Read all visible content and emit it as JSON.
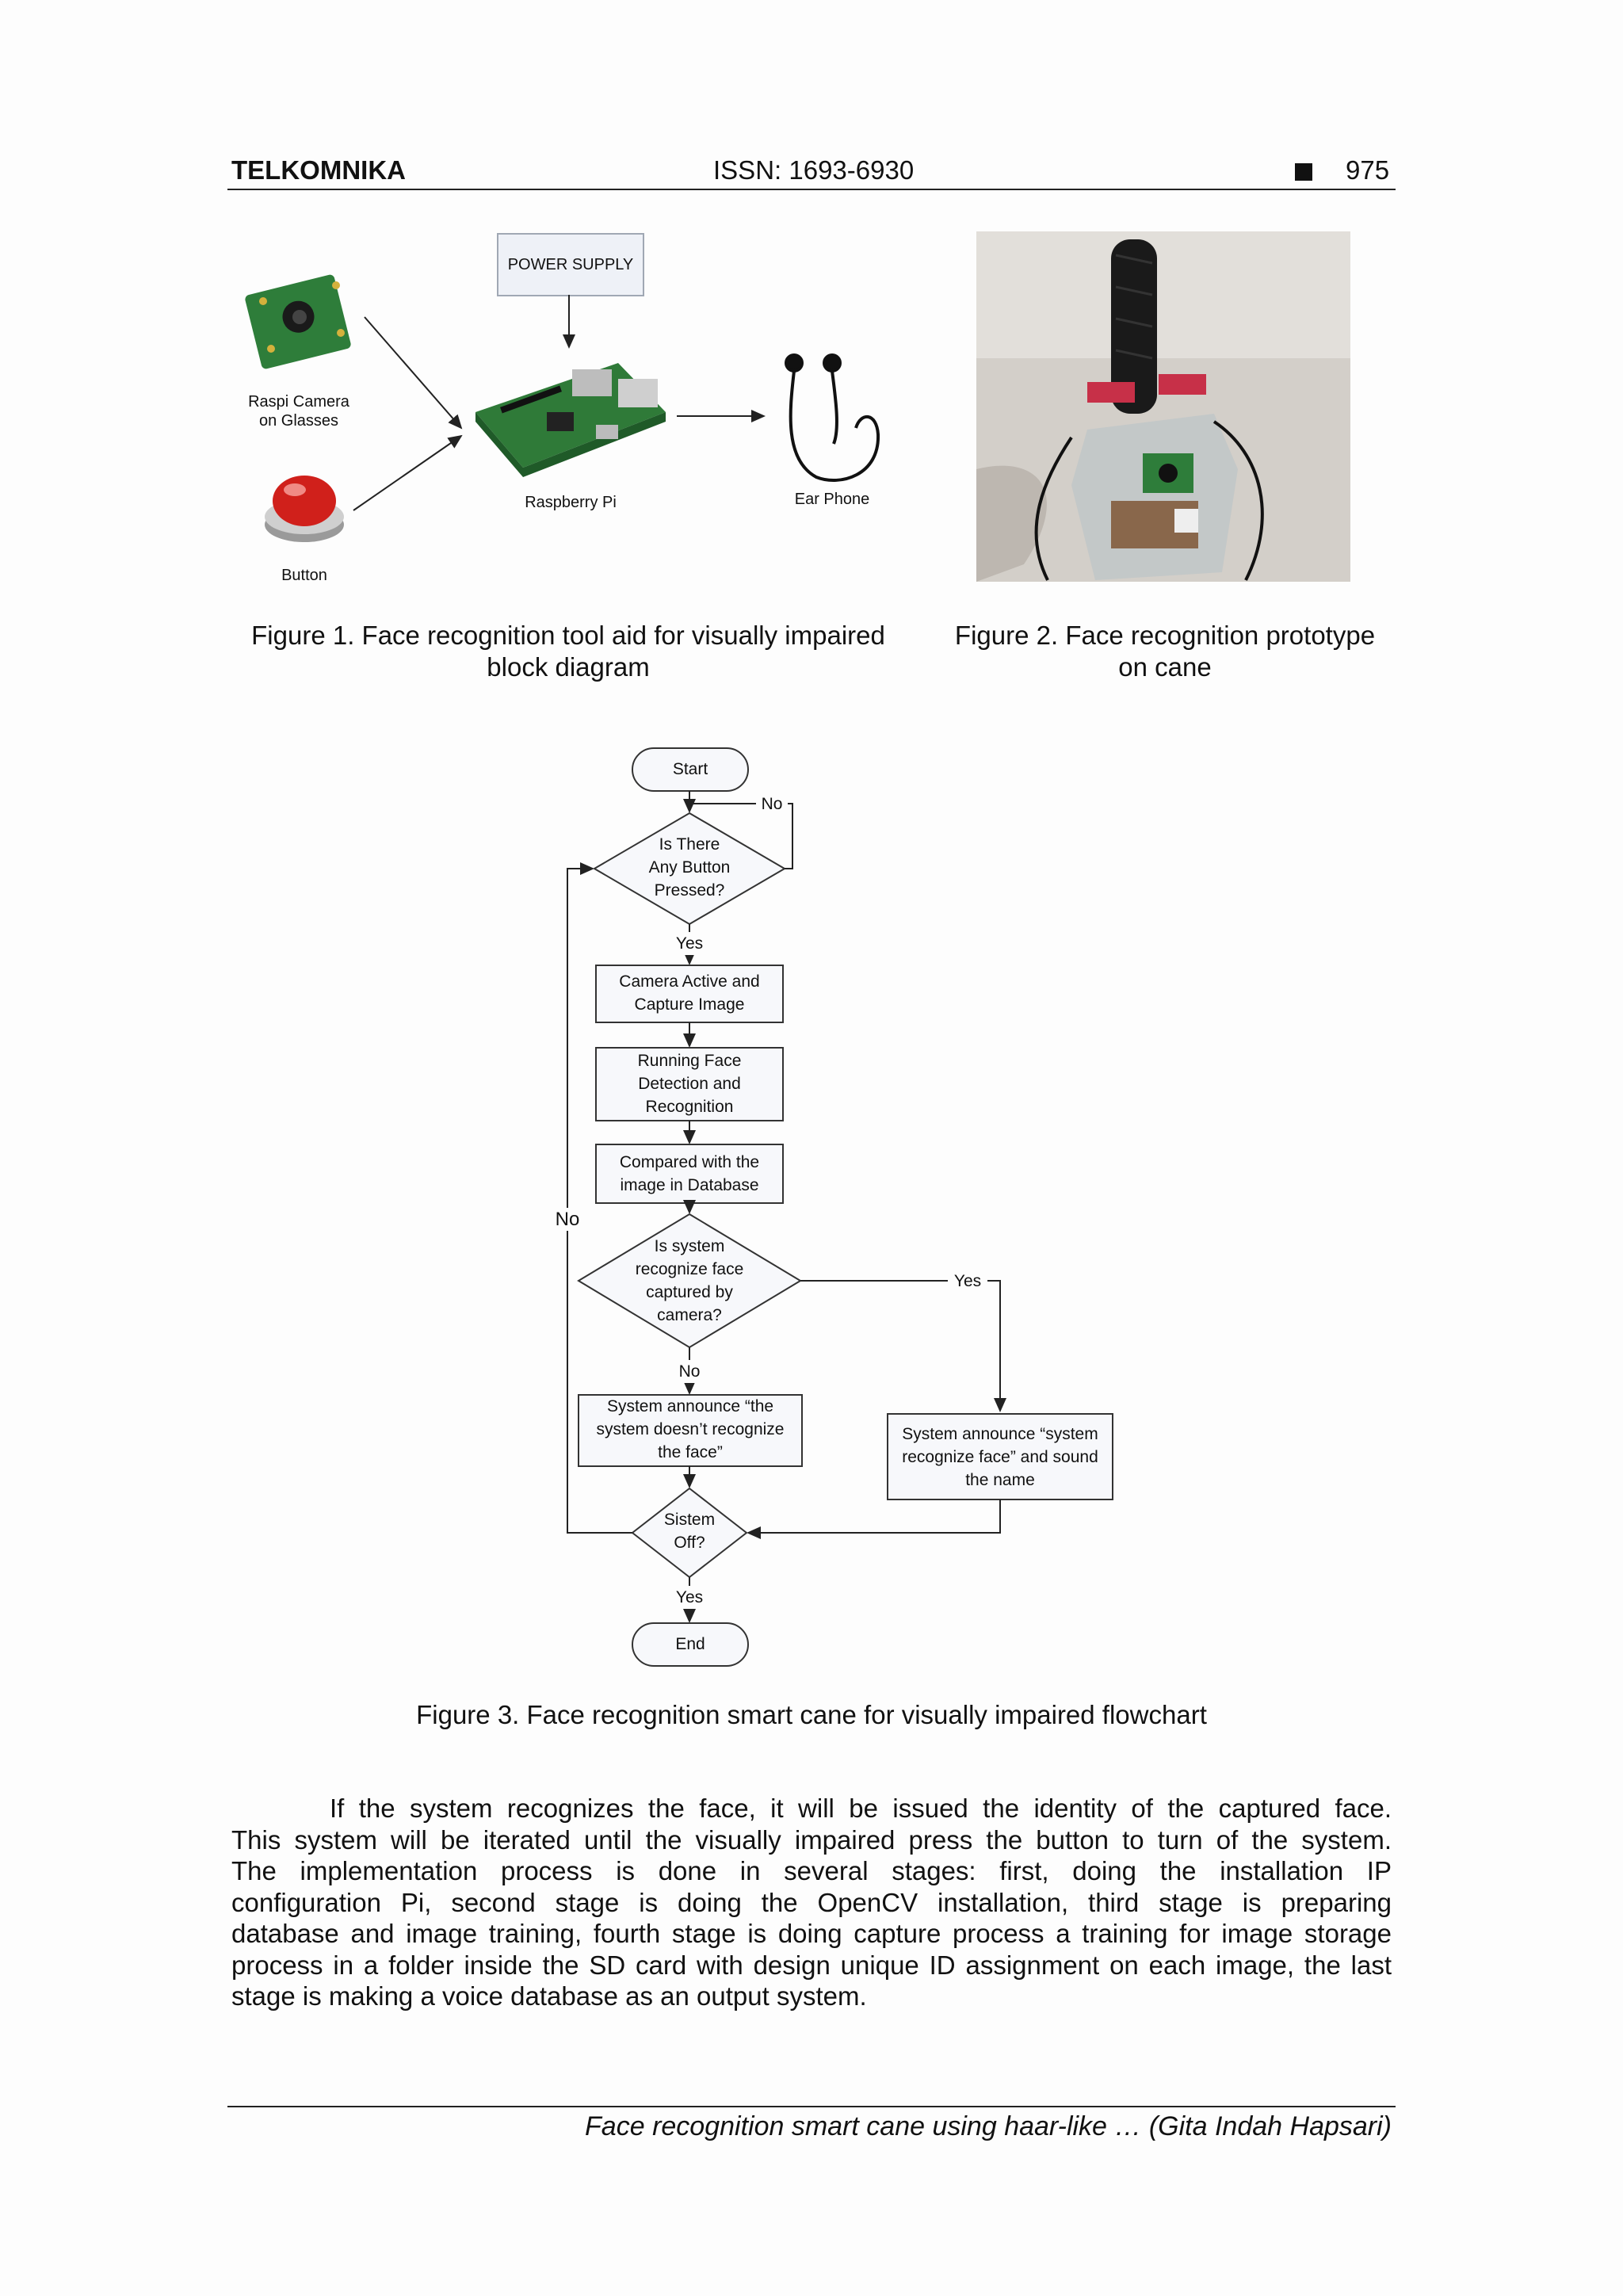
{
  "header": {
    "journal": "TELKOMNIKA",
    "issn": "ISSN: 1693-6930",
    "page": "975"
  },
  "figure1": {
    "power_supply": "POWER SUPPLY",
    "camera_label_1": "Raspi Camera",
    "camera_label_2": "on Glasses",
    "raspberry_label": "Raspberry Pi",
    "earphone_label": "Ear Phone",
    "button_label": "Button",
    "caption_line1": "Figure 1. Face recognition tool aid for visually impaired",
    "caption_line2": "block diagram"
  },
  "figure2": {
    "caption_line1": "Figure 2. Face recognition prototype",
    "caption_line2": "on cane"
  },
  "flowchart": {
    "start": "Start",
    "no_top": "No",
    "decision1": [
      "Is There",
      "Any Button",
      "Pressed?"
    ],
    "yes1": "Yes",
    "step1": [
      "Camera Active and",
      "Capture Image"
    ],
    "step2": [
      "Running Face",
      "Detection and",
      "Recognition"
    ],
    "step3": [
      "Compared with the",
      "image in Database"
    ],
    "no_left": "No",
    "decision2": [
      "Is system",
      "recognize face",
      "captured by",
      "camera?"
    ],
    "yes_right": "Yes",
    "no2": "No",
    "step4": [
      "System announce “the",
      "system doesn’t recognize",
      "the face”"
    ],
    "step5": [
      "System announce “system",
      "recognize face” and sound",
      "the name"
    ],
    "decision3": [
      "Sistem",
      "Off?"
    ],
    "yes3": "Yes",
    "end": "End",
    "caption": "Figure 3. Face recognition smart cane for visually impaired flowchart"
  },
  "paragraph": [
    "If the system recognizes the face, it will be issued the identity of the captured face.",
    "This system will be iterated until the visually impaired press the button to turn of the system.",
    "The implementation process is done in several stages: first, doing the installation IP",
    "configuration Pi, second stage is doing the OpenCV installation, third stage is preparing",
    "database and image training, fourth stage is doing capture process a training for image storage",
    "process in a folder inside the SD card with design unique ID assignment on each image, the last",
    "stage is making a voice database as an output system."
  ],
  "footer": {
    "text": "Face recognition smart cane using haar-like … (Gita Indah Hapsari)"
  }
}
